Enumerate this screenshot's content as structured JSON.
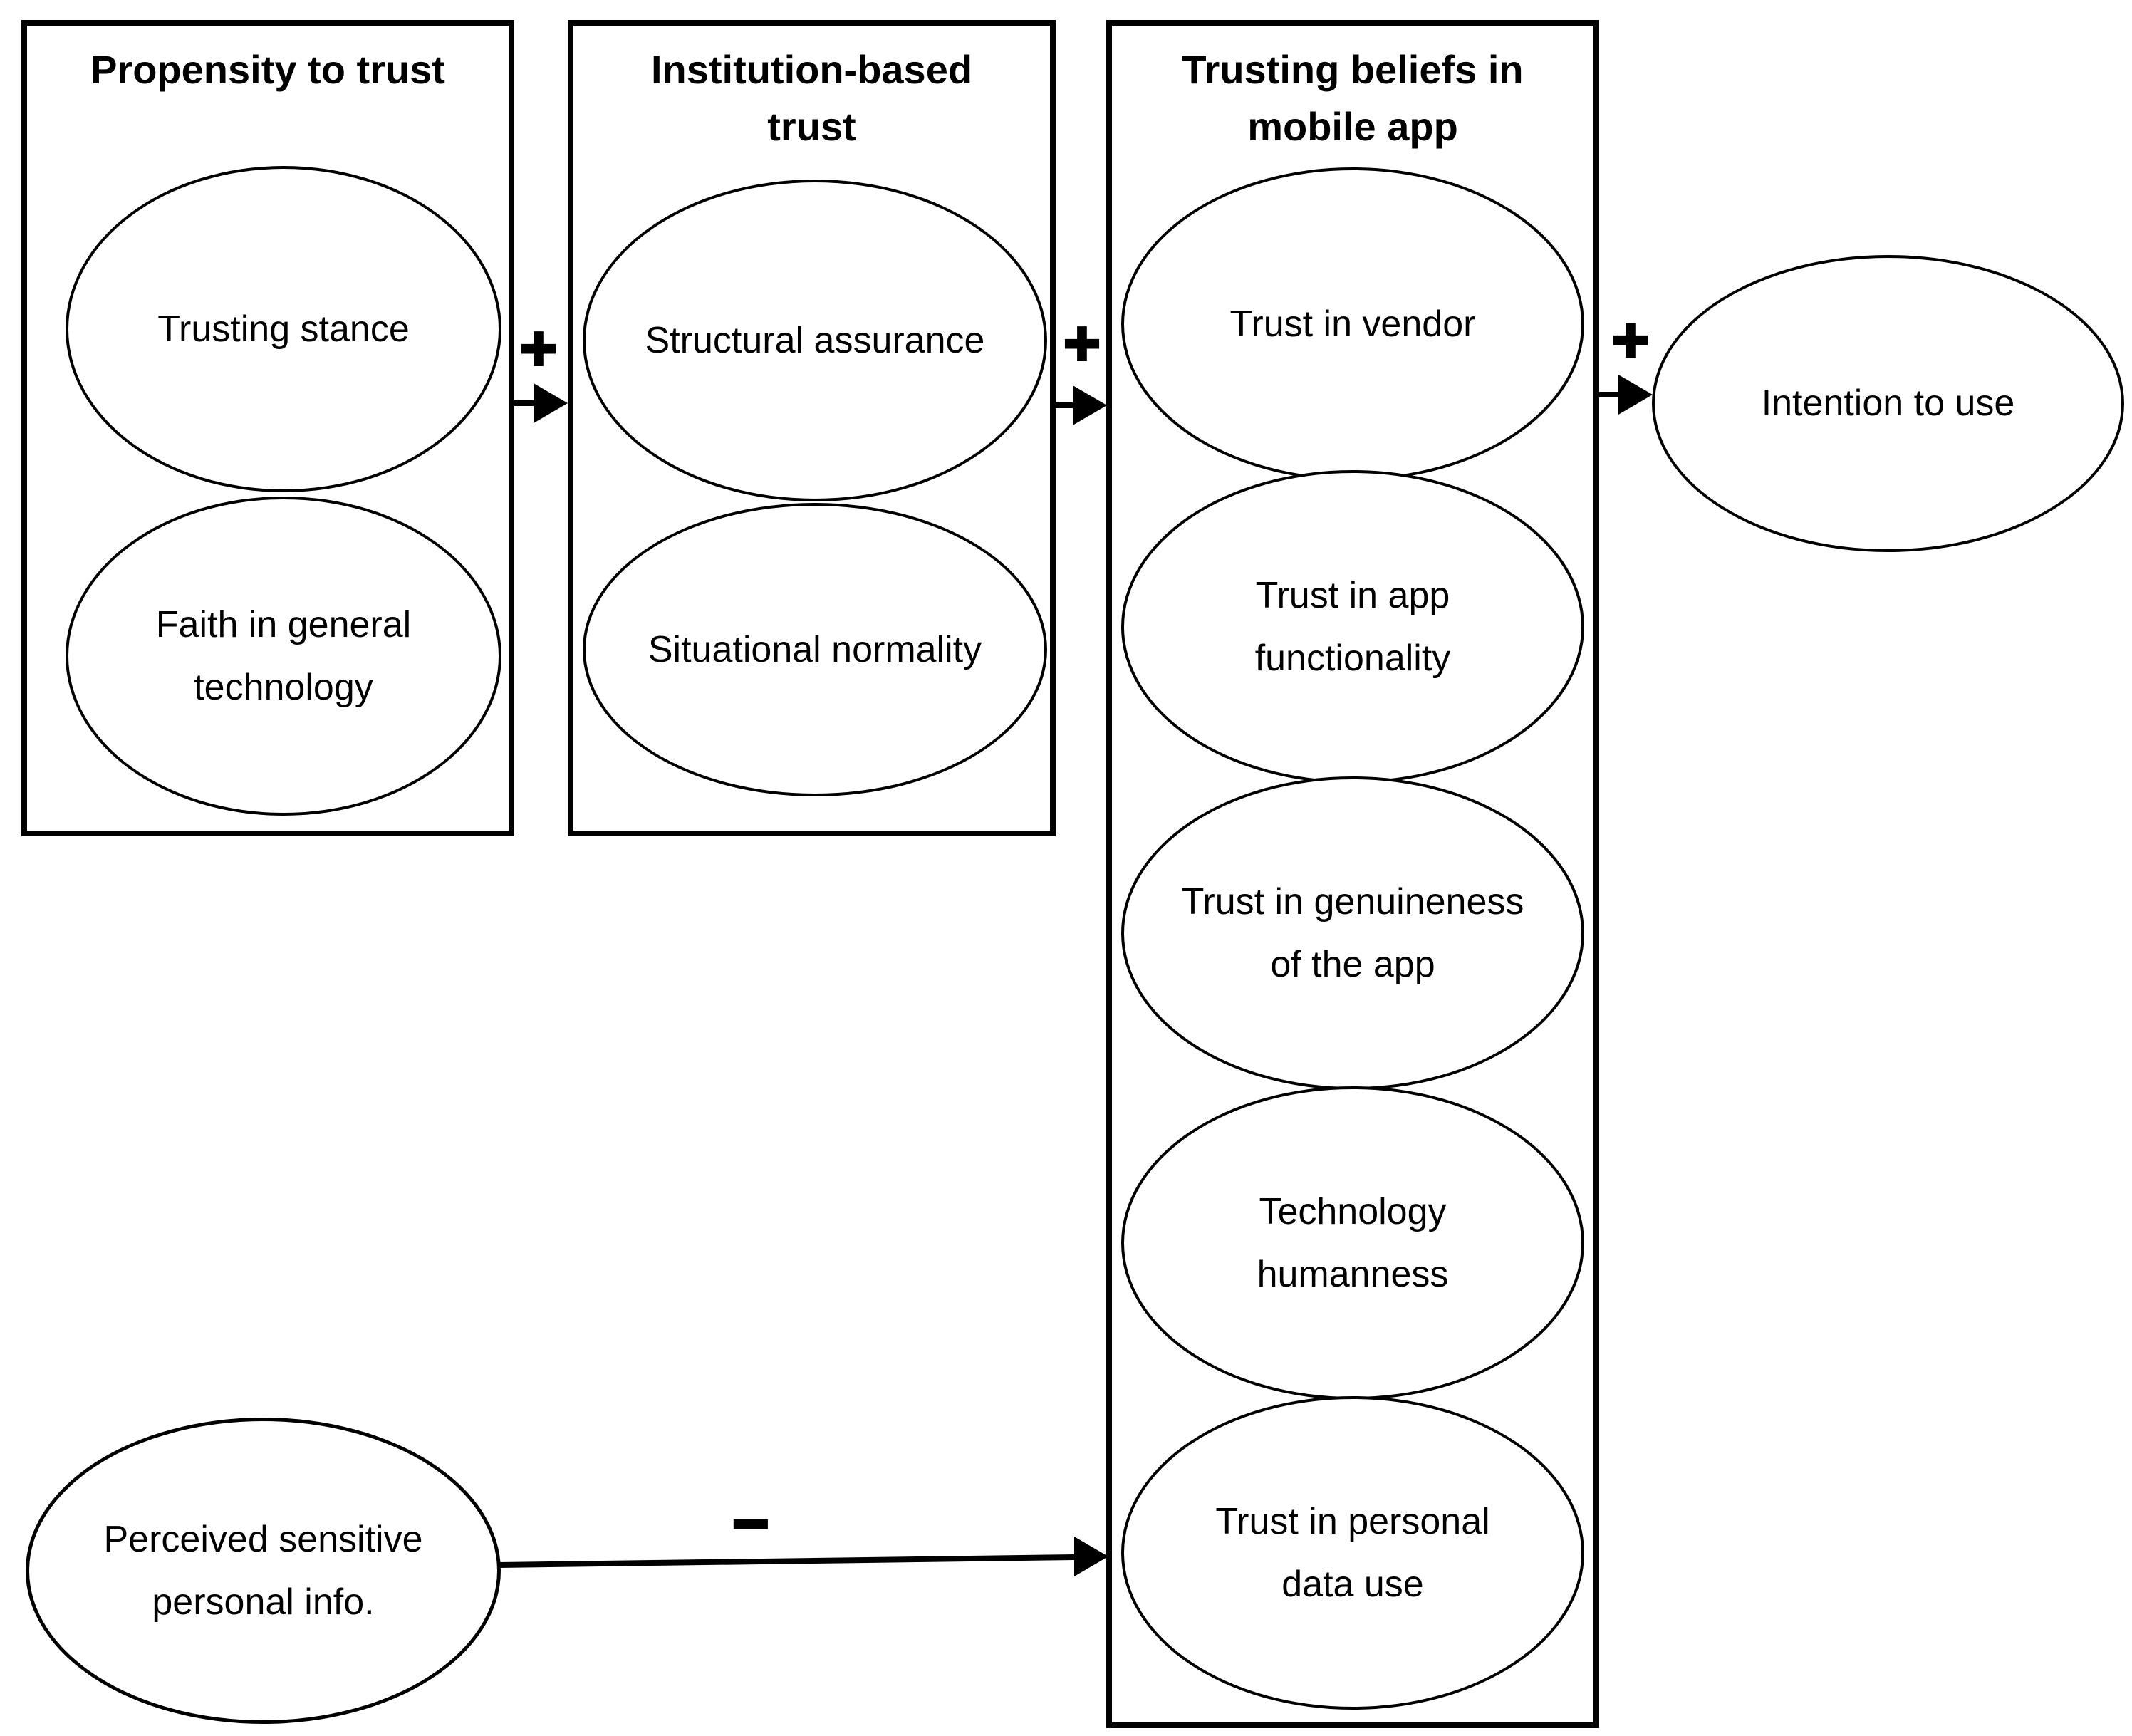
{
  "boxes": [
    {
      "title": "Propensity to trust",
      "ellipses": [
        {
          "label": "Trusting stance"
        },
        {
          "label": "Faith in general\ntechnology"
        }
      ]
    },
    {
      "title": "Institution-based\ntrust",
      "ellipses": [
        {
          "label": "Structural assurance"
        },
        {
          "label": "Situational normality"
        }
      ]
    },
    {
      "title": "Trusting beliefs in\nmobile app",
      "ellipses": [
        {
          "label": "Trust in vendor"
        },
        {
          "label": "Trust in app\nfunctionality"
        },
        {
          "label": "Trust in genuineness\nof the app"
        },
        {
          "label": "Technology\nhumanness"
        },
        {
          "label": "Trust in personal\ndata use"
        }
      ]
    }
  ],
  "nodes": {
    "intention": {
      "label": "Intention to use"
    },
    "perceived": {
      "label": "Perceived sensitive\npersonal info."
    }
  },
  "links": [
    {
      "from": "Propensity to trust",
      "to": "Institution-based trust",
      "sign": "+"
    },
    {
      "from": "Institution-based trust",
      "to": "Trusting beliefs in mobile app",
      "sign": "+"
    },
    {
      "from": "Trusting beliefs in mobile app",
      "to": "Intention to use",
      "sign": "+"
    },
    {
      "from": "Perceived sensitive personal info.",
      "to": "Trust in personal data use",
      "sign": "−"
    }
  ],
  "colors": {
    "ink": "#000000",
    "background": "#ffffff"
  }
}
